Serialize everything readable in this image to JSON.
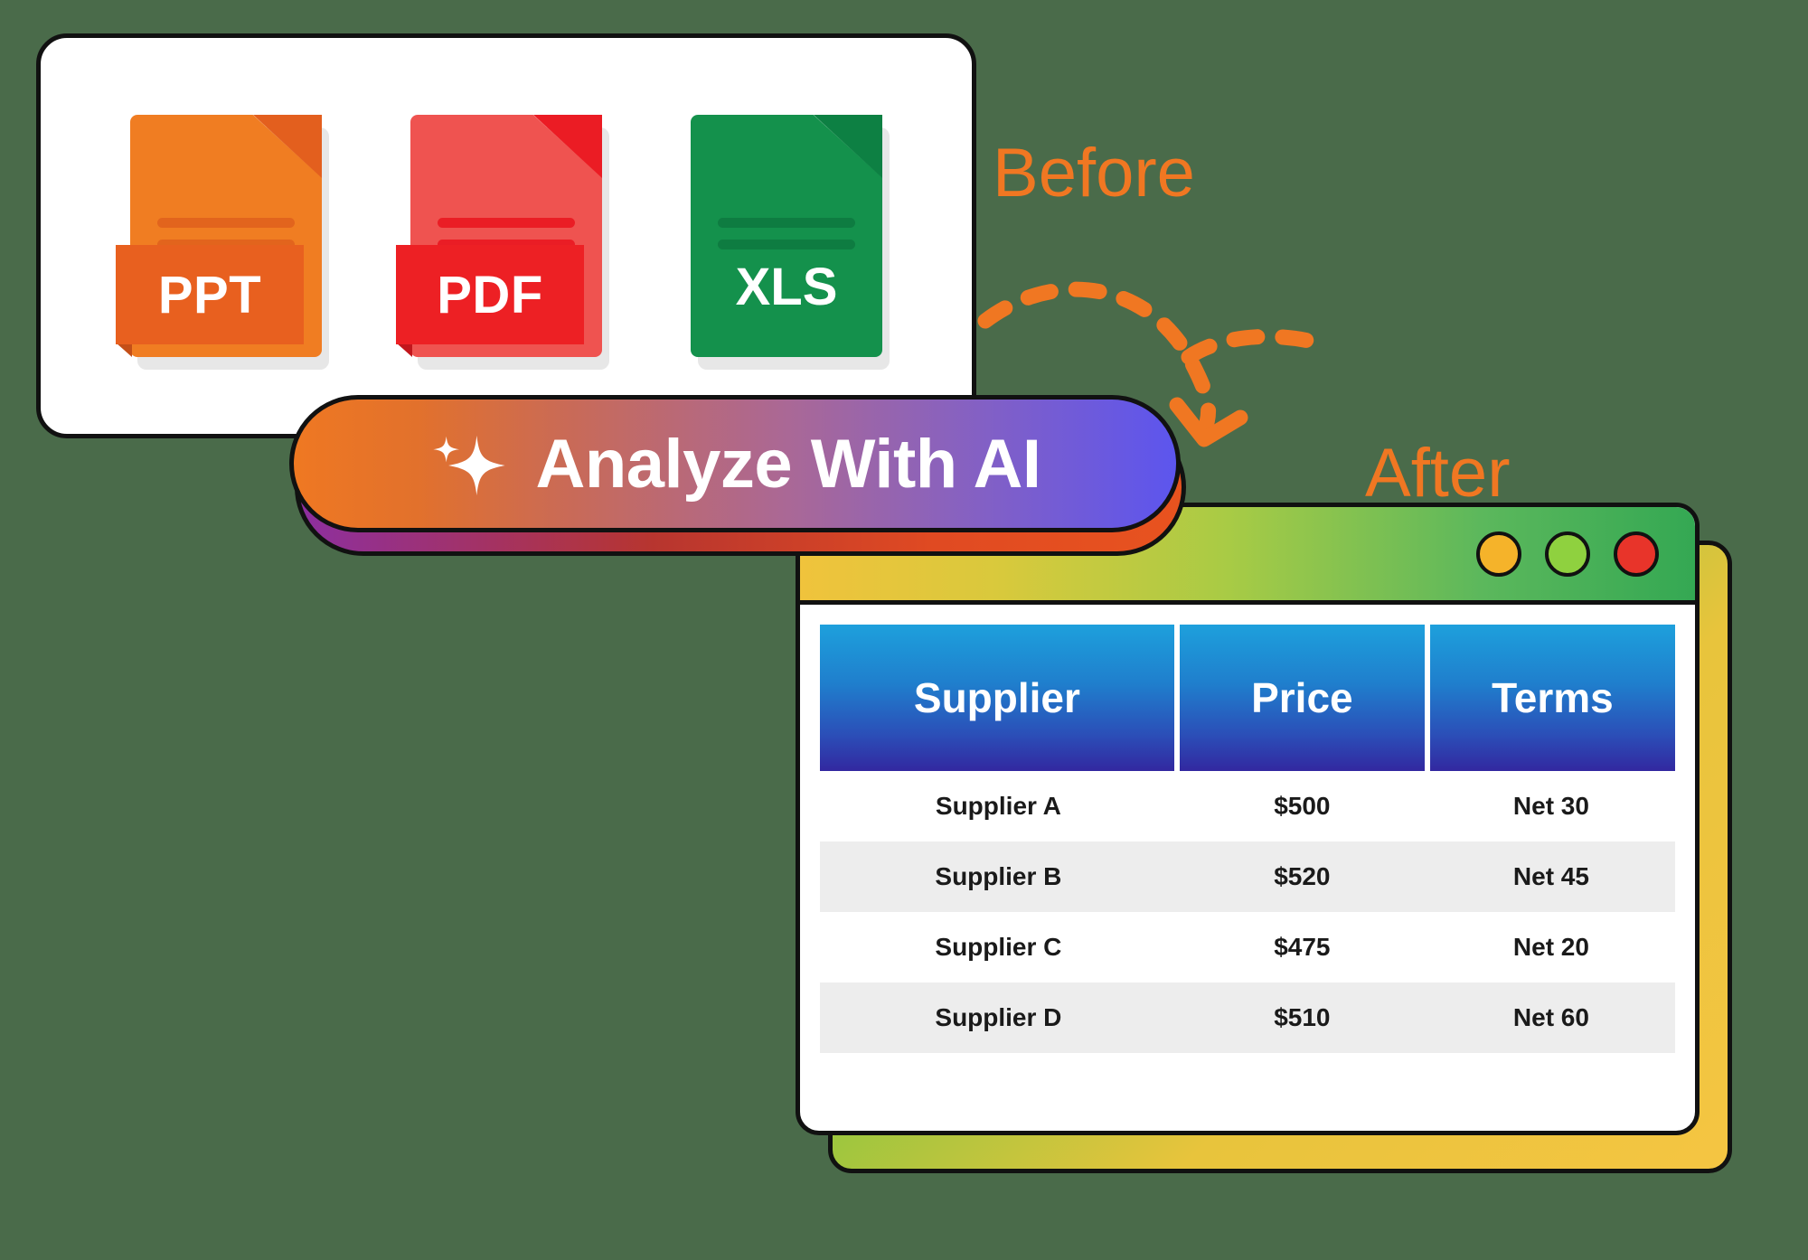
{
  "background_color": "#4a6b4a",
  "before_panel": {
    "name": "before-documents-card",
    "files": [
      {
        "label": "PPT",
        "icon": "powerpoint-file-icon",
        "body_color": "#f07d22",
        "band_color": "#e8601f",
        "fold_color": "#e35f1e",
        "line_color": "#e2641d"
      },
      {
        "label": "PDF",
        "icon": "pdf-file-icon",
        "body_color": "#ef5350",
        "band_color": "#ed2024",
        "fold_color": "#eb1c24",
        "line_color": "#ea1d25"
      },
      {
        "label": "XLS",
        "icon": "excel-file-icon",
        "body_color": "#14914c",
        "band_color": "#0f7a3f",
        "fold_color": "#0d8043",
        "line_color": "#0e7c41"
      }
    ]
  },
  "ai_button": {
    "label": "Analyze With AI",
    "icon": "sparkles-icon",
    "gradient_start": "#ef7822",
    "gradient_mid": "#9a64b0",
    "gradient_end": "#5c55ee",
    "shadow_gradient_start": "#8d2fa0",
    "shadow_gradient_end": "#e8531f"
  },
  "flow": {
    "before_label": "Before",
    "after_label": "After",
    "accent_color": "#f07722",
    "arrow_icon": "curved-dashed-arrow-icon"
  },
  "after_window": {
    "name": "after-results-window",
    "titlebar": {
      "gradient_start": "#f0c33c",
      "gradient_end": "#34a853",
      "dots": [
        {
          "name": "window-dot-yellow",
          "color": "#f5b32a"
        },
        {
          "name": "window-dot-green",
          "color": "#8fd13f"
        },
        {
          "name": "window-dot-red",
          "color": "#e8342a"
        }
      ]
    },
    "table": {
      "header_gradient_start": "#1ea0dc",
      "header_gradient_end": "#3228a0",
      "columns": [
        "Supplier",
        "Price",
        "Terms"
      ],
      "rows": [
        [
          "Supplier A",
          "$500",
          "Net 30"
        ],
        [
          "Supplier B",
          "$520",
          "Net 45"
        ],
        [
          "Supplier C",
          "$475",
          "Net 20"
        ],
        [
          "Supplier D",
          "$510",
          "Net 60"
        ]
      ]
    }
  }
}
